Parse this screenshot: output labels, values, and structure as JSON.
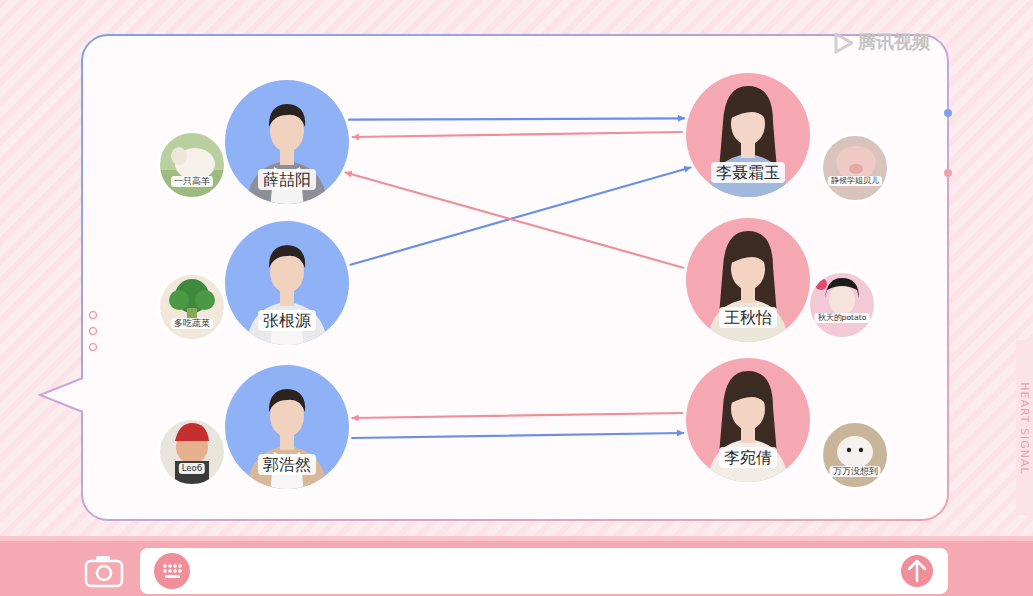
{
  "diagram": {
    "nodes": [
      {
        "text": [
          "薛喆阳"
        ]
      },
      {
        "text": [
          "一只高羊"
        ]
      },
      {
        "text": [
          "李聂霜玉"
        ]
      },
      {
        "text": [
          "静候学姐贝儿"
        ]
      },
      {
        "text": [
          "张根源"
        ]
      },
      {
        "text": [
          "多吃蔬菜"
        ]
      },
      {
        "text": [
          "王秋怡"
        ]
      },
      {
        "text": [
          "秋天的potato"
        ]
      },
      {
        "text": [
          "郭浩然"
        ]
      },
      {
        "text": [
          "Leo6"
        ]
      },
      {
        "text": [
          "李宛倩"
        ]
      },
      {
        "text": [
          "万万没想到"
        ]
      }
    ],
    "edges": [
      {
        "from": 0,
        "to": 2,
        "arrow": "to"
      },
      {
        "from": 2,
        "to": 0,
        "arrow": "to"
      },
      {
        "from": 4,
        "to": 2,
        "arrow": "to"
      },
      {
        "from": 6,
        "to": 0,
        "arrow": "to"
      },
      {
        "from": 10,
        "to": 8,
        "arrow": "to"
      },
      {
        "from": 8,
        "to": 10,
        "arrow": "to"
      }
    ],
    "labels": [
      "腾讯视频",
      "HEART SIGNAL"
    ]
  }
}
